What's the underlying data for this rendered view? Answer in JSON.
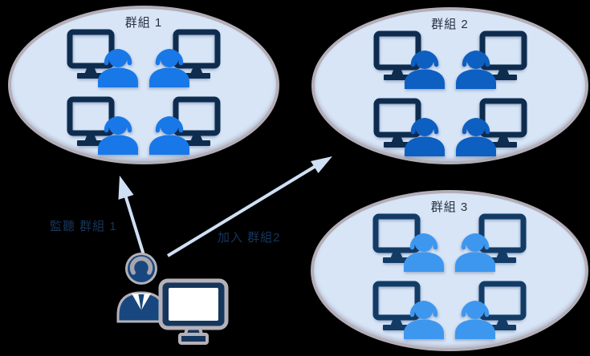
{
  "background": "#000000",
  "colors": {
    "background": "#000000",
    "ellipse_fill": "#d7e5f7",
    "ellipse_border": "#b3aeb7",
    "arrow": "#cfe0f4",
    "label_text": "#17365c",
    "title_text": "#27323f",
    "supervisor_blue": "#17477e",
    "supervisor_monitor": "#16365d",
    "supervisor_outline": "#b5b1b8",
    "headset_gray": "#a9a5ac",
    "screen_white": "#ffffff"
  },
  "groups": [
    {
      "title": "群組 1",
      "member_count": 4,
      "person_color": "#1878e8",
      "monitor_color": "#0e2c4e"
    },
    {
      "title": "群組 2",
      "member_count": 4,
      "person_color": "#0d5fc2",
      "monitor_color": "#0e2c4e"
    },
    {
      "title": "群組 3",
      "member_count": 4,
      "person_color": "#3e97ef",
      "monitor_color": "#123c66"
    }
  ],
  "arrows": [
    {
      "label": "監聽 群組 1",
      "target": "群組 1"
    },
    {
      "label": "加入 群組2",
      "target": "群組 2"
    }
  ],
  "icons": {
    "agent": "person-with-headset-and-monitor",
    "supervisor": "supervisor-with-headset-and-monitor"
  }
}
